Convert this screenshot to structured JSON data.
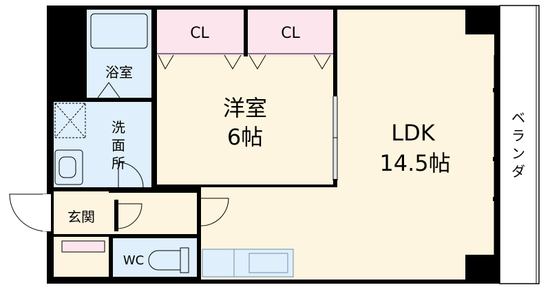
{
  "floor_plan": {
    "rooms": {
      "ldk": {
        "name": "LDK",
        "size": "14.5帖"
      },
      "western": {
        "name": "洋室",
        "size": "6帖"
      },
      "closet_left": {
        "name": "CL"
      },
      "closet_right": {
        "name": "CL"
      },
      "bath": {
        "name": "浴室"
      },
      "washroom": {
        "name": "洗面所",
        "chars": [
          "洗",
          "面",
          "所"
        ]
      },
      "entrance": {
        "name": "玄関"
      },
      "toilet": {
        "name": "WC"
      },
      "balcony": {
        "name": "ベランダ",
        "chars": [
          "ベ",
          "ラ",
          "ン",
          "ダ"
        ]
      }
    },
    "colors": {
      "wall": "#000000",
      "ldk_fill": "#fdf5df",
      "western_fill": "#fdf5df",
      "closet_fill": "#fde5ee",
      "wet_fill": "#dfeffb",
      "entrance_fill": "#fdf5df",
      "shoe_box": "#fde5ee",
      "balcony_fill": "#ffffff"
    }
  }
}
